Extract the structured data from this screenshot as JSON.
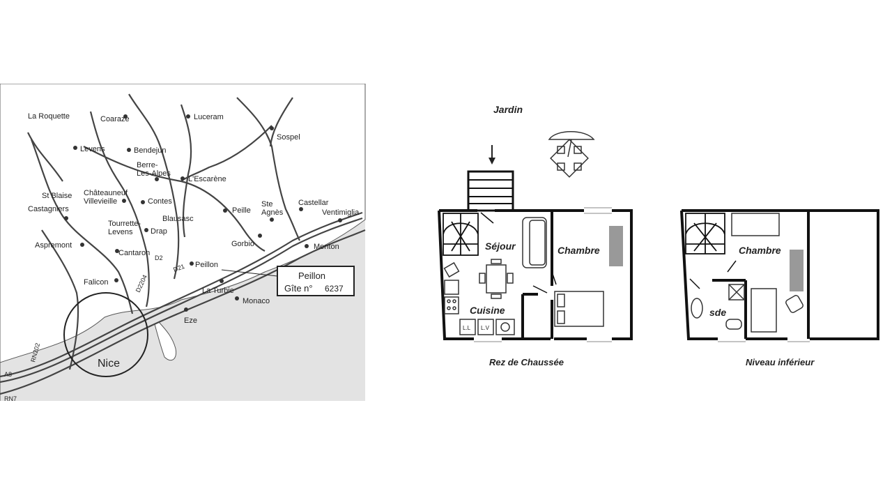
{
  "map": {
    "towns": [
      "La Roquette",
      "Coaraze",
      "Luceram",
      "Sospel",
      "Levens",
      "Bendejun",
      "Berre-",
      "Les-Alpes",
      "L'Escarène",
      "St Blaise",
      "Châteauneuf",
      "Villevieille",
      "Contes",
      "Castagniers",
      "Ste",
      "Agnès",
      "Castellar",
      "Ventimiglia",
      "Blausasc",
      "Peille",
      "Tourrette-",
      "Levens",
      "Drap",
      "Gorbio",
      "Menton",
      "Aspremont",
      "Cantaron",
      "Peillon",
      "Falicon",
      "La Turbie",
      "Monaco",
      "Eze",
      "Nice"
    ],
    "roads": [
      "D2",
      "D2204",
      "D21",
      "RN202",
      "A8",
      "RN7"
    ],
    "callout": {
      "line1": "Peillon",
      "line2": "Gîte n°",
      "number": "6237"
    }
  },
  "plan_ground": {
    "caption": "Rez de Chaussée",
    "garden": "Jardin",
    "rooms": {
      "sejour": "Séjour",
      "chambre": "Chambre",
      "cuisine": "Cuisine"
    },
    "appliances": [
      "L.L",
      "L.V"
    ]
  },
  "plan_lower": {
    "caption": "Niveau inférieur",
    "rooms": {
      "chambre": "Chambre",
      "sde": "sde"
    }
  }
}
